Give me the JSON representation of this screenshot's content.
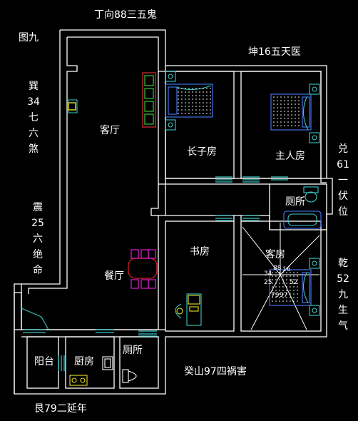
{
  "colors": {
    "background": "#000000",
    "wall": "#ffffff",
    "window": "#3ec7c7",
    "furniture": "#4a7cff",
    "plant": "#37c837",
    "plant_outline": "#e03030",
    "dining": "#e02020",
    "chairs": "#e020d0",
    "fixture": "#3ec7c7",
    "sink_yellow": "#e8e020",
    "text": "#ffffff"
  },
  "labels": {
    "fig_label": "图九",
    "top_direction": "丁向88三五鬼",
    "top_right": "坤16五天医",
    "bottom_center": "癸山97四祸害",
    "bottom_left": "艮79二延年"
  },
  "vertical_labels": {
    "left_upper": [
      "巽",
      "34",
      "七",
      "六",
      "煞"
    ],
    "left_lower": [
      "震",
      "25",
      "六",
      "绝",
      "命"
    ],
    "right_upper": [
      "兑",
      "61",
      "一",
      "伏",
      "位"
    ],
    "right_lower": [
      "乾",
      "52",
      "九",
      "生",
      "气"
    ]
  },
  "rooms": {
    "living": "客厅",
    "eldest_son": "长子房",
    "master": "主人房",
    "toilet_right": "厕所",
    "study": "书房",
    "guest": "客房",
    "dining": "餐厅",
    "balcony": "阳台",
    "kitchen": "厨房",
    "toilet_bottom": "厕所"
  },
  "compass_numbers": {
    "n1": "34",
    "n2": "25",
    "n3": "16",
    "n4": "97",
    "n5": "88",
    "n6": "79",
    "n7": "52"
  }
}
